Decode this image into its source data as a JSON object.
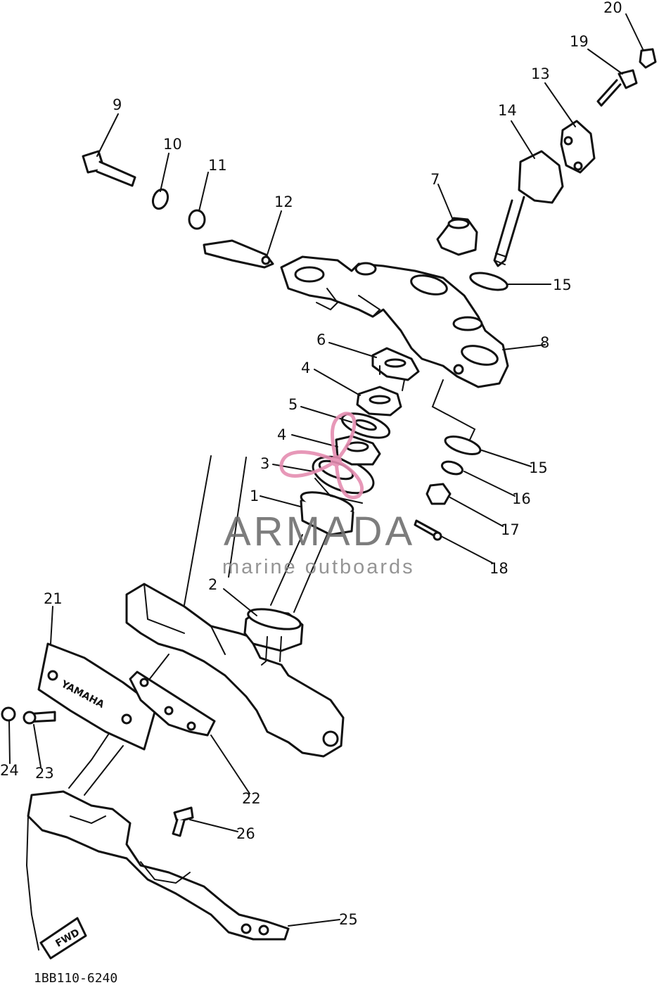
{
  "labels": {
    "l1": "1",
    "l2": "2",
    "l3": "3",
    "l4a": "4",
    "l4b": "4",
    "l5": "5",
    "l6": "6",
    "l7": "7",
    "l8": "8",
    "l9": "9",
    "l10": "10",
    "l11": "11",
    "l12": "12",
    "l13": "13",
    "l14": "14",
    "l15a": "15",
    "l15b": "15",
    "l16": "16",
    "l17": "17",
    "l18": "18",
    "l19": "19",
    "l20": "20",
    "l21": "21",
    "l22": "22",
    "l23": "23",
    "l24": "24",
    "l25": "25",
    "l26": "26"
  },
  "diagram_code": "1BB110-6240",
  "watermark": {
    "title": "ARMADA",
    "subtitle": "marine outboards"
  },
  "emblem_text": "FWD",
  "badge_text": "YAMAHA",
  "colors": {
    "line": "#111111",
    "watermark_text": "#6f6f6f",
    "watermark_logo": "#e58db1"
  }
}
